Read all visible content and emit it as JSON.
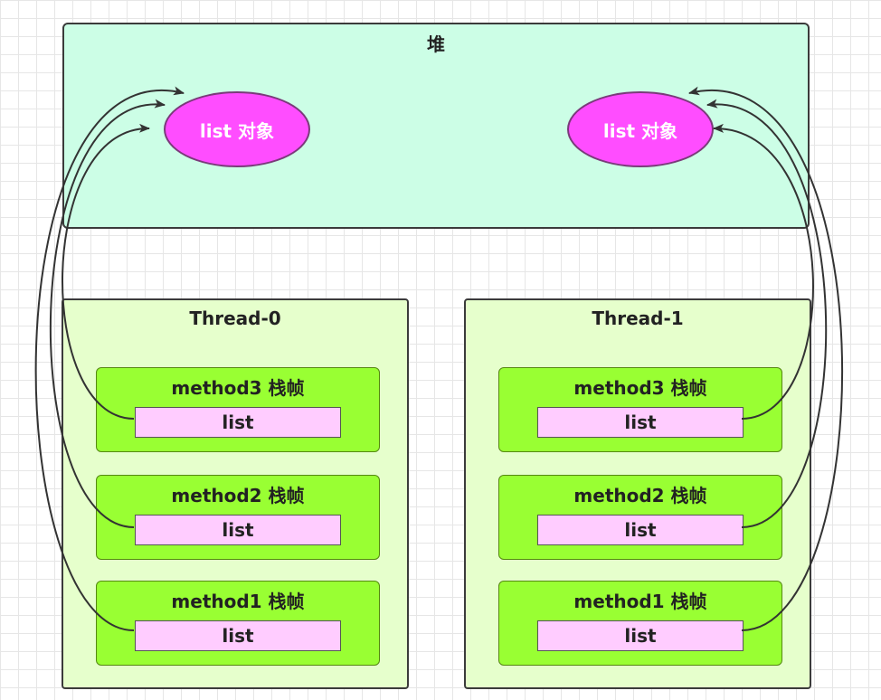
{
  "heap": {
    "title": "堆",
    "objects": [
      {
        "label": "list 对象"
      },
      {
        "label": "list 对象"
      }
    ]
  },
  "threads": [
    {
      "title": "Thread-0",
      "frames": [
        {
          "title": "method3 栈帧",
          "var": "list"
        },
        {
          "title": "method2 栈帧",
          "var": "list"
        },
        {
          "title": "method1 栈帧",
          "var": "list"
        }
      ]
    },
    {
      "title": "Thread-1",
      "frames": [
        {
          "title": "method3 栈帧",
          "var": "list"
        },
        {
          "title": "method2 栈帧",
          "var": "list"
        },
        {
          "title": "method1 栈帧",
          "var": "list"
        }
      ]
    }
  ],
  "colors": {
    "heap_fill": "#ccfee6",
    "object_fill": "#ff4dff",
    "thread_fill": "#e6ffcc",
    "frame_fill": "#99ff33",
    "variable_fill": "#ffccff",
    "arrow": "#333333"
  }
}
